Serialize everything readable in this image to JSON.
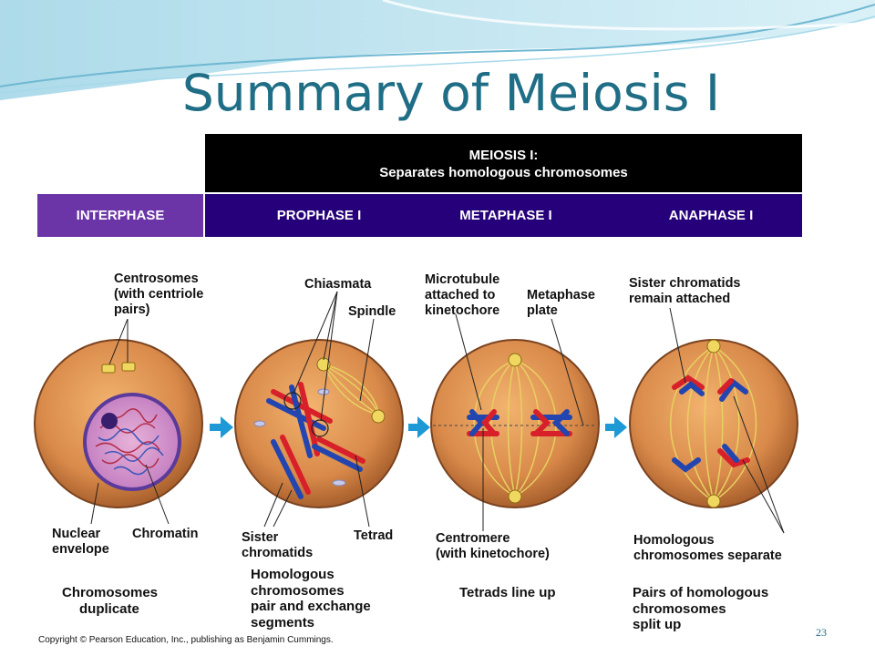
{
  "slide": {
    "title": "Summary of Meiosis I",
    "page_number": "23",
    "copyright": "Copyright © Pearson Education, Inc., publishing as Benjamin Cummings."
  },
  "header": {
    "meiosis_line1": "MEIOSIS I:",
    "meiosis_line2": "Separates homologous chromosomes"
  },
  "phases": {
    "interphase": "INTERPHASE",
    "prophase": "PROPHASE I",
    "metaphase": "METAPHASE I",
    "anaphase": "ANAPHASE I"
  },
  "labels": {
    "centrosomes": [
      "Centrosomes",
      "(with centriole",
      "pairs)"
    ],
    "chiasmata": "Chiasmata",
    "spindle": "Spindle",
    "microtubule": [
      "Microtubule",
      "attached to",
      "kinetochore"
    ],
    "metaphase_plate": [
      "Metaphase",
      "plate"
    ],
    "sister_chromatids_attached": [
      "Sister chromatids",
      "remain attached"
    ],
    "nuclear_envelope": [
      "Nuclear",
      "envelope"
    ],
    "chromatin": "Chromatin",
    "sister_chromatids": [
      "Sister",
      "chromatids"
    ],
    "tetrad": "Tetrad",
    "centromere": [
      "Centromere",
      "(with kinetochore)"
    ],
    "homologous_separate": [
      "Homologous",
      "chromosomes separate"
    ]
  },
  "captions": {
    "interphase": [
      "Chromosomes",
      "duplicate"
    ],
    "prophase": [
      "Homologous",
      "chromosomes",
      "pair and exchange",
      "segments"
    ],
    "metaphase": [
      "Tetrads line up"
    ],
    "anaphase": [
      "Pairs of homologous",
      "chromosomes",
      "split up"
    ]
  },
  "colors": {
    "title": "#1f6e86",
    "interphase_bar": "#6b35a8",
    "meiosis_bar": "#26007a",
    "cell": "#d98a4a",
    "arrow": "#1d9ad6",
    "red_chromosome": "#d8202a",
    "blue_chromosome": "#2345b0"
  }
}
